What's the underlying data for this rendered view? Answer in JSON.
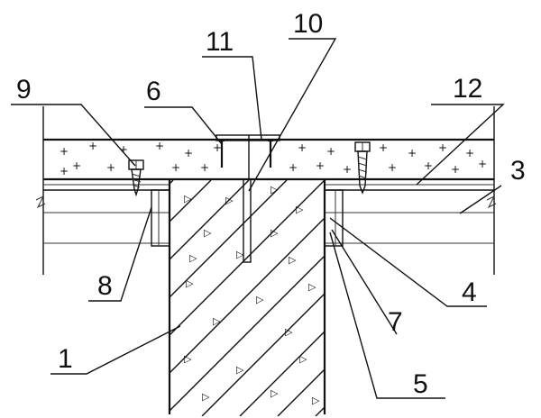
{
  "labels": {
    "l1": "1",
    "l3": "3",
    "l4": "4",
    "l5": "5",
    "l6": "6",
    "l7": "7",
    "l8": "8",
    "l9": "9",
    "l10": "10",
    "l11": "11",
    "l12": "12"
  },
  "parts": {
    "board_symbol": "+",
    "aggregate_symbol": "▷"
  }
}
